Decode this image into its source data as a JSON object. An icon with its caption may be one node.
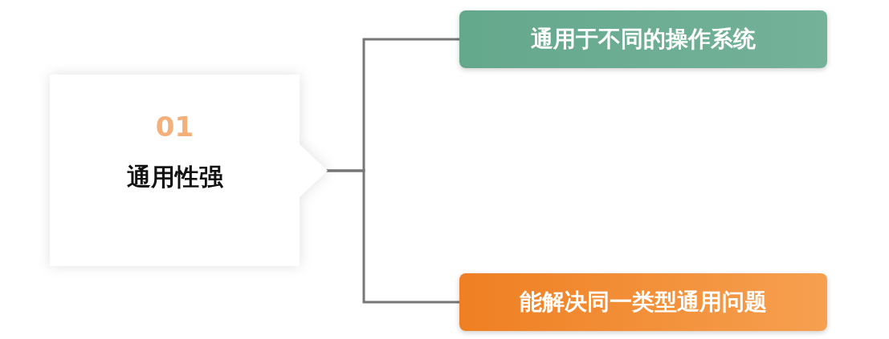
{
  "diagram": {
    "nodes": [
      {
        "text": [
          "01",
          "通用性强"
        ]
      },
      {
        "text": [
          "通用于不同的操作系统"
        ]
      },
      {
        "text": [
          "能解决同一类型通用问题"
        ]
      }
    ],
    "edges": [
      {
        "from": 0,
        "to": 1,
        "arrow": "none"
      },
      {
        "from": 0,
        "to": 2,
        "arrow": "none"
      }
    ]
  }
}
